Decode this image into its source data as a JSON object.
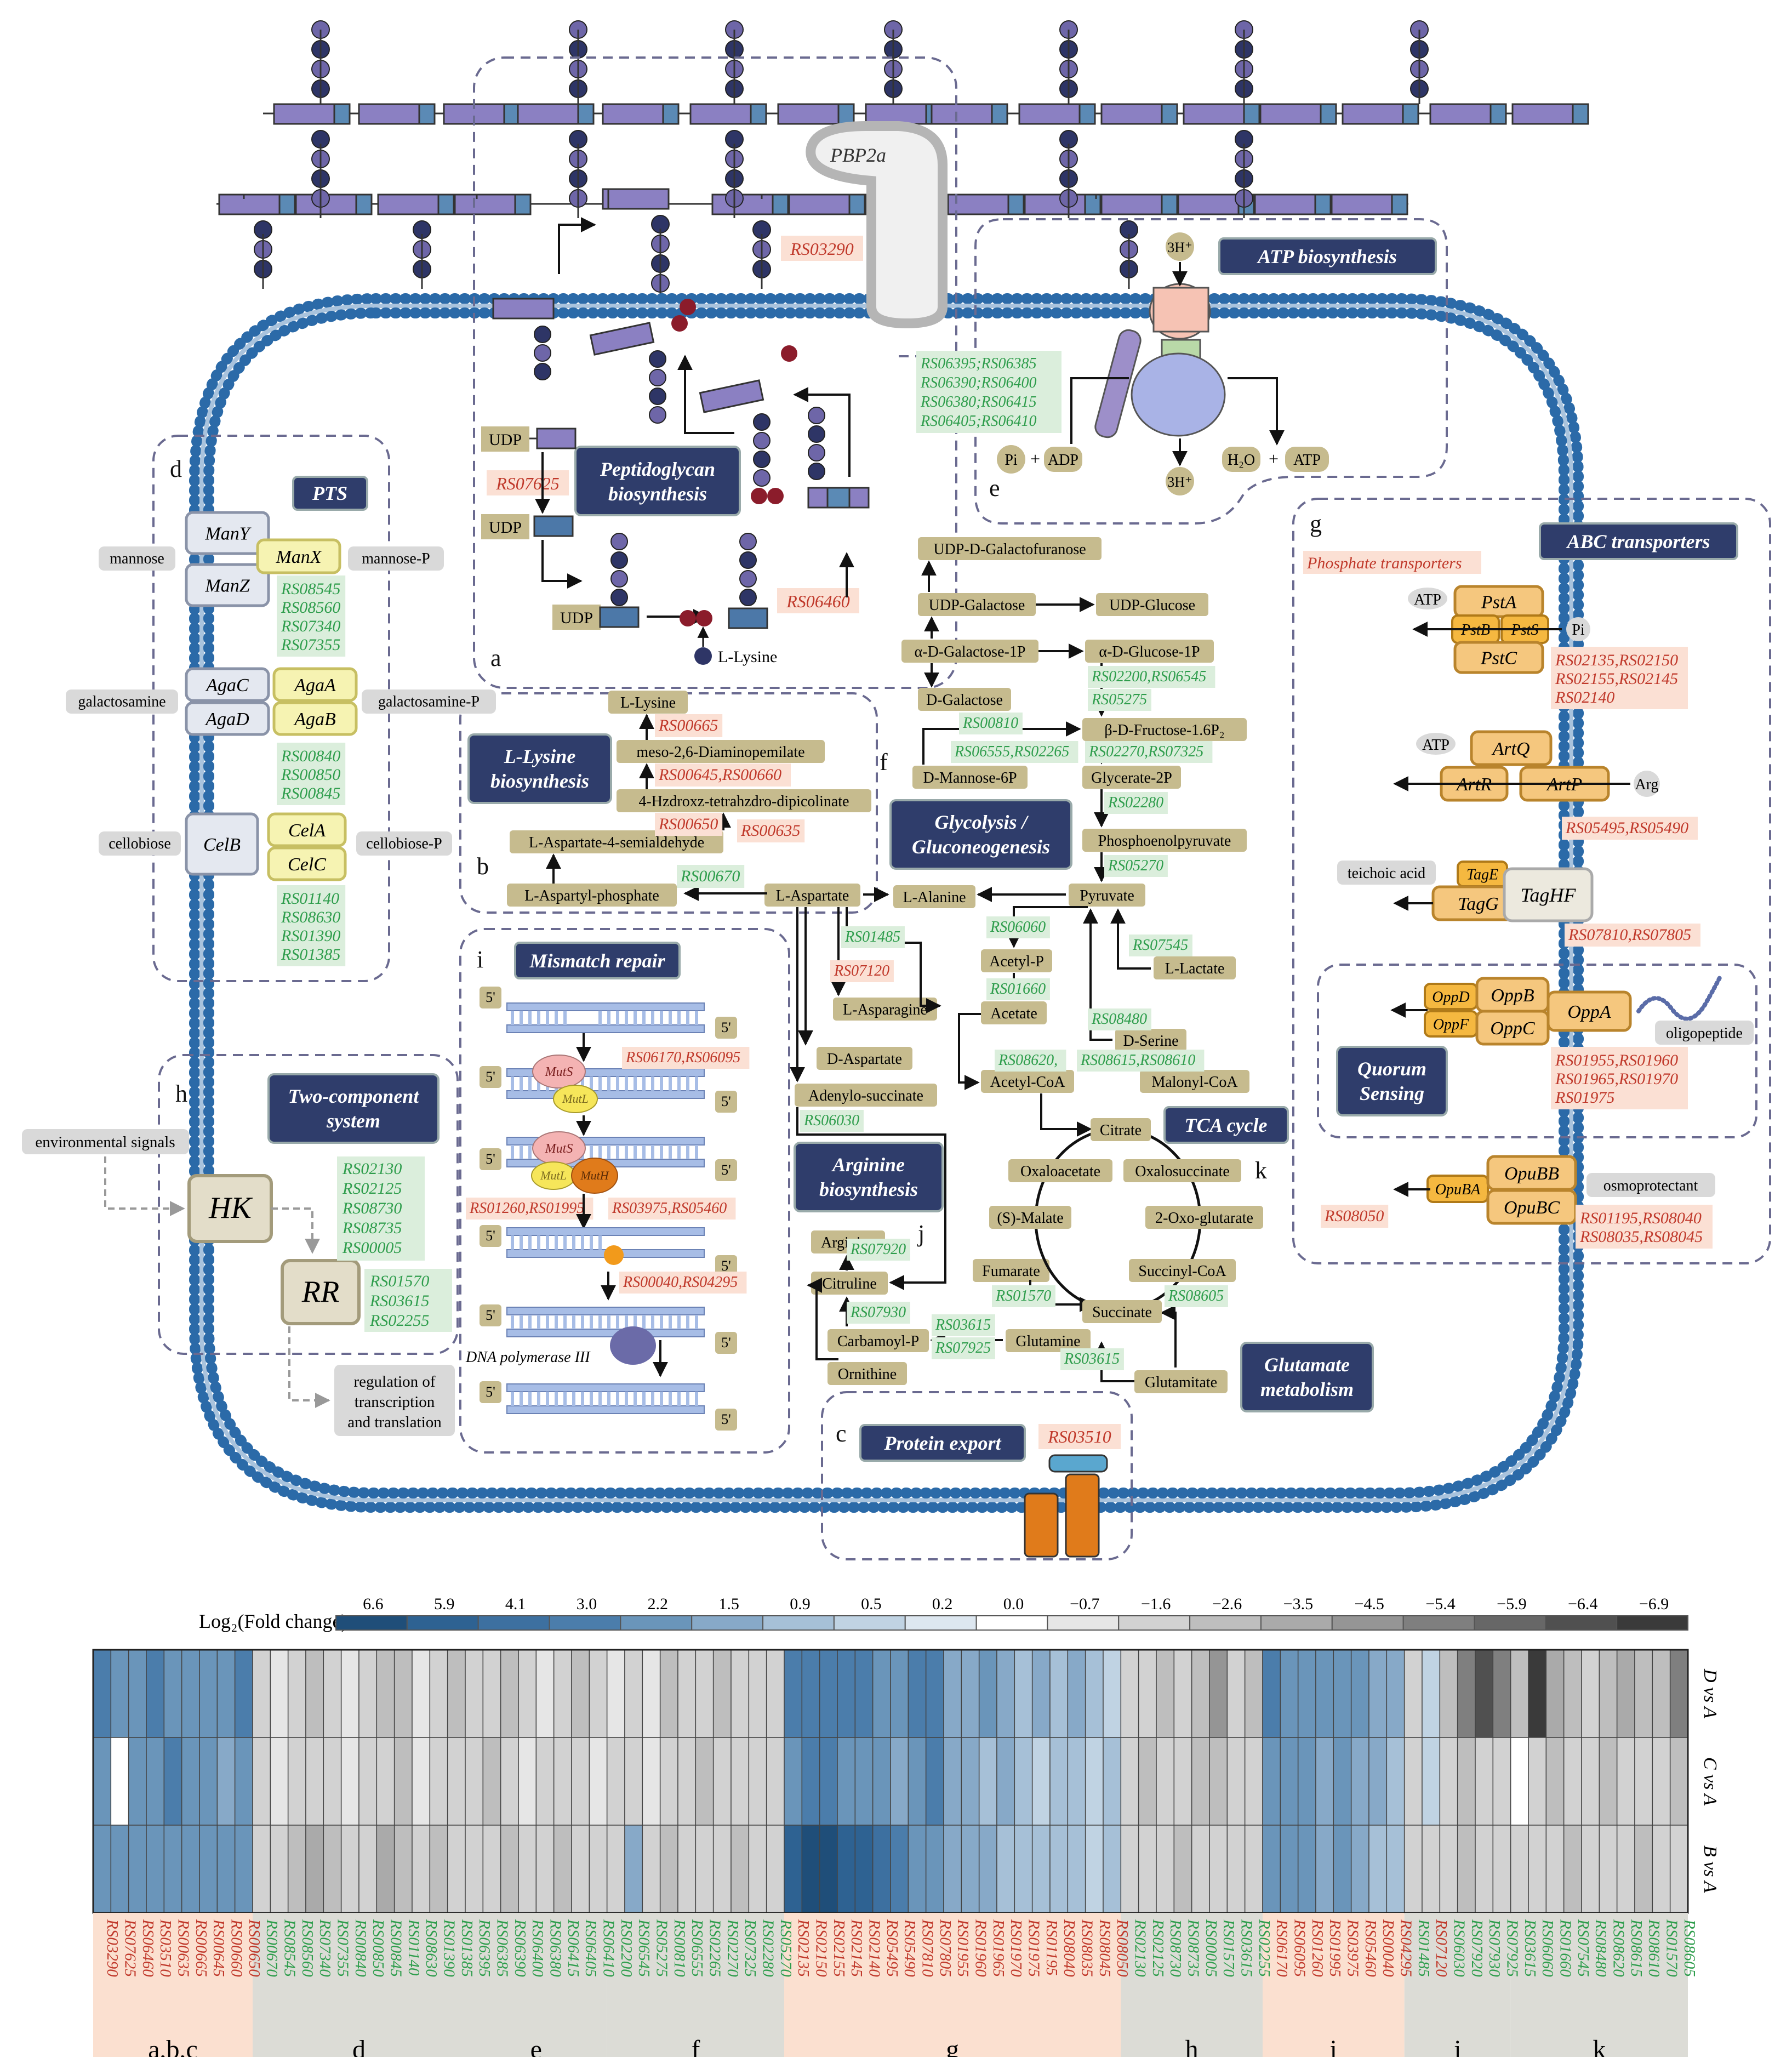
{
  "colors": {
    "membrane": "#2b6aa8",
    "title_box": "#2f3d6b",
    "metabolite_box": "#c6bb8e",
    "gene_up_bg": "#dbeedc",
    "gene_up_text": "#2e9d4c",
    "gene_down_bg": "#fbe0d4",
    "gene_down_text": "#c0392b",
    "protein_orange": "#f5c77e",
    "pts_yellow": "#f6f3b2",
    "dna": "#a7bde6",
    "purple_unit": "#8b80c2",
    "sugar_dot": "#3b4a7a"
  },
  "panels": {
    "a": {
      "letter": "a",
      "title": "Peptidoglycan biosynthesis",
      "pbp": "PBP2a",
      "udp1": "UDP",
      "udp2": "UDP",
      "udp3": "UDP",
      "lysine": "L-Lysine",
      "genes": [
        "RS07625",
        "RS06460",
        "RS03290"
      ]
    },
    "b": {
      "letter": "b",
      "title": "L-Lysine biosynthesis",
      "metabolites": [
        "L-Lysine",
        "meso-2,6-Diaminopemilate",
        "4-Hzdroxz-tetrahzdro-dipicolinate",
        "L-Aspartate-4-semialdehyde",
        "L-Aspartyl-phosphate",
        "L-Aspartate"
      ],
      "genes": {
        "g1": "RS00665",
        "g2": "RS00645,RS00660",
        "g3": "RS00650",
        "g4": "RS00635",
        "g5": "RS00670"
      }
    },
    "c": {
      "letter": "c",
      "title": "Protein export",
      "gene": "RS03510"
    },
    "d": {
      "letter": "d",
      "title": "PTS",
      "labels": [
        "mannose",
        "mannose-P",
        "galactosamine",
        "galactosamine-P",
        "cellobiose",
        "cellobiose-P"
      ],
      "proteins": [
        "ManY",
        "ManZ",
        "ManX",
        "AgaC",
        "AgaD",
        "AgaA",
        "AgaB",
        "CelB",
        "CelA",
        "CelC"
      ],
      "genes1": [
        "RS08545",
        "RS08560",
        "RS07340",
        "RS07355"
      ],
      "genes2": [
        "RS00840",
        "RS00850",
        "RS00845"
      ],
      "genes3": [
        "RS01140",
        "RS08630",
        "RS01390",
        "RS01385"
      ]
    },
    "e": {
      "letter": "e",
      "title": "ATP biosynthesis",
      "h_top": "3H⁺",
      "h_bottom": "3H⁺",
      "pi": "Pi",
      "adp": "ADP",
      "h2o": "H₂O",
      "atp": "ATP",
      "plus": "+",
      "genes": [
        "RS06395;RS06385",
        "RS06390;RS06400",
        "RS06380;RS06415",
        "RS06405;RS06410"
      ]
    },
    "f": {
      "letter": "f",
      "title": "Glycolysis / Gluconeogenesis",
      "metabolites": [
        "UDP-D-Galactofuranose",
        "UDP-Galactose",
        "UDP-Glucose",
        "α-D-Galactose-1P",
        "α-D-Glucose-1P",
        "D-Galactose",
        "β-D-Fructose-1.6P₂",
        "D-Mannose-6P",
        "Glycerate-2P",
        "Phosphoenolpyruvate",
        "Pyruvate",
        "L-Alanine",
        "Acetyl-P",
        "Acetate",
        "Acetyl-CoA",
        "L-Lactate",
        "D-Serine",
        "Malonyl-CoA"
      ],
      "genes": {
        "g1": "RS02200,RS06545",
        "g1b": "RS05275",
        "g2": "RS00810",
        "g3": "RS06555,RS02265",
        "g4": "RS02270,RS07325",
        "g5": "RS02280",
        "g6": "RS05270",
        "g7": "RS06060",
        "g8": "RS01660",
        "g9": "RS07545",
        "g10": "RS08480",
        "g11": "RS08620,",
        "g12": "RS08615,RS08610"
      }
    },
    "g": {
      "letter": "g",
      "title": "ABC transporters",
      "phosphate": "Phosphate transporters",
      "atp1": "ATP",
      "atp2": "ATP",
      "pi": "Pi",
      "arg": "Arg",
      "teichoic": "teichoic acid",
      "proteins": [
        "PstA",
        "PstB",
        "PstS",
        "PstC",
        "ArtQ",
        "ArtR",
        "ArtP",
        "TagE",
        "TagG",
        "TagHF"
      ],
      "genes1": [
        "RS02135,RS02150",
        "RS02155,RS02145",
        "RS02140"
      ],
      "genes2": "RS05495,RS05490",
      "genes3": "RS07810,RS07805"
    },
    "quorum": {
      "title": "Quorum Sensing",
      "proteins": [
        "OppD",
        "OppF",
        "OppB",
        "OppC",
        "OppA"
      ],
      "oligopeptide": "oligopeptide",
      "genes": [
        "RS01955,RS01960",
        "RS01965,RS01970",
        "RS01975"
      ]
    },
    "opu": {
      "proteins": [
        "OpuBA",
        "OpuBB",
        "OpuBC"
      ],
      "osmo": "osmoprotectant",
      "gene_left": "RS08050",
      "genes": [
        "RS01195,RS08040",
        "RS08035,RS08045"
      ]
    },
    "h": {
      "letter": "h",
      "title": "Two-component system",
      "env": "environmental signals",
      "hk": "HK",
      "rr": "RR",
      "reg": "regulation of transcription and translation",
      "genes1": [
        "RS02130",
        "RS02125",
        "RS08730",
        "RS08735",
        "RS00005"
      ],
      "genes2": [
        "RS01570",
        "RS03615",
        "RS02255"
      ]
    },
    "i": {
      "letter": "i",
      "title": "Mismatch repair",
      "five": "5'",
      "muts": "MutS",
      "mutl": "MutL",
      "muth": "MutH",
      "polymerase": "DNA polymerase III",
      "g1": "RS06170,RS06095",
      "g2a": "RS01260,RS01995",
      "g2b": "RS03975,RS05460",
      "g3": "RS00040,RS04295"
    },
    "j": {
      "letter": "j",
      "title": "Arginine biosynthesis",
      "metabolites": [
        "L-Asparagine",
        "D-Aspartate",
        "Adenylo-succinate",
        "Arginine",
        "Citruline",
        "Carbamoyl-P",
        "Ornithine",
        "Glutamine",
        "Fumarate"
      ],
      "genes": {
        "g1": "RS01485",
        "g2": "RS07120",
        "g3": "RS06030",
        "g4": "RS07920",
        "g5": "RS07930",
        "g6a": "RS03615",
        "g6b": "RS07925",
        "g7": "RS03615"
      }
    },
    "k": {
      "letter": "k",
      "title": "TCA cycle",
      "metabolites": [
        "Citrate",
        "Oxaloacetate",
        "Oxalosuccinate",
        "(S)-Malate",
        "2-Oxo-glutarate",
        "Succinyl-CoA",
        "Succinate"
      ],
      "genes": {
        "g1": "RS01570",
        "g2": "RS08605"
      }
    },
    "glutamate": {
      "title": "Glutamate metabolism",
      "glutamitate": "Glutamitate"
    }
  },
  "heatmap": {
    "legend_label": "Log₂(Fold change)",
    "legend_values": [
      "6.6",
      "5.9",
      "4.1",
      "3.0",
      "2.2",
      "1.5",
      "0.9",
      "0.5",
      "0.2",
      "0.0",
      "−0.7",
      "−1.6",
      "−2.6",
      "−3.5",
      "−4.5",
      "−5.4",
      "−5.9",
      "−6.4",
      "−6.9"
    ],
    "legend_colors": [
      "#1f4e79",
      "#2e6292",
      "#3d70a0",
      "#4b7dab",
      "#6a95ba",
      "#87a9c8",
      "#a6c0d7",
      "#c0d3e3",
      "#dde7f0",
      "#ffffff",
      "#e6e6e6",
      "#d2d2d2",
      "#bebebe",
      "#aaaaaa",
      "#959595",
      "#7f7f7f",
      "#676767",
      "#505050",
      "#3a3a3a"
    ],
    "row_labels": [
      "D vs A",
      "C vs A",
      "B vs A"
    ],
    "genes": [
      "RS03290",
      "RS07625",
      "RS06460",
      "RS03510",
      "RS00635",
      "RS00665",
      "RS00645",
      "RS00660",
      "RS00650",
      "RS00670",
      "RS08545",
      "RS08560",
      "RS07340",
      "RS07355",
      "RS00840",
      "RS00850",
      "RS00845",
      "RS01140",
      "RS08630",
      "RS01390",
      "RS01385",
      "RS06395",
      "RS06385",
      "RS06390",
      "RS06400",
      "RS06380",
      "RS06415",
      "RS06405",
      "RS06410",
      "RS02200",
      "RS06545",
      "RS05275",
      "RS00810",
      "RS06555",
      "RS02265",
      "RS02270",
      "RS07325",
      "RS02280",
      "RS05270",
      "RS02135",
      "RS02150",
      "RS02155",
      "RS02145",
      "RS02140",
      "RS05495",
      "RS05490",
      "RS07810",
      "RS07805",
      "RS01955",
      "RS01960",
      "RS01965",
      "RS01970",
      "RS01975",
      "RS01195",
      "RS08040",
      "RS08035",
      "RS08045",
      "RS08050",
      "RS02130",
      "RS02125",
      "RS08730",
      "RS08735",
      "RS00005",
      "RS01570",
      "RS03615",
      "RS02255",
      "RS06170",
      "RS06095",
      "RS01260",
      "RS01995",
      "RS03975",
      "RS05460",
      "RS00040",
      "RS04295",
      "RS01485",
      "RS07120",
      "RS06030",
      "RS07920",
      "RS07930",
      "RS07925",
      "RS03615",
      "RS06060",
      "RS01660",
      "RS07545",
      "RS08480",
      "RS08620",
      "RS08615",
      "RS08610",
      "RS01570",
      "RS08605"
    ],
    "gene_colors": [
      "r",
      "r",
      "r",
      "r",
      "r",
      "r",
      "r",
      "r",
      "r",
      "g",
      "g",
      "g",
      "g",
      "g",
      "g",
      "g",
      "g",
      "g",
      "g",
      "g",
      "g",
      "g",
      "g",
      "g",
      "g",
      "g",
      "g",
      "g",
      "g",
      "g",
      "g",
      "g",
      "g",
      "g",
      "g",
      "g",
      "g",
      "g",
      "g",
      "r",
      "r",
      "r",
      "r",
      "r",
      "r",
      "r",
      "r",
      "r",
      "r",
      "r",
      "r",
      "r",
      "r",
      "r",
      "r",
      "r",
      "r",
      "r",
      "g",
      "g",
      "g",
      "g",
      "g",
      "g",
      "g",
      "g",
      "r",
      "r",
      "r",
      "r",
      "r",
      "r",
      "r",
      "r",
      "g",
      "r",
      "g",
      "g",
      "g",
      "g",
      "g",
      "g",
      "g",
      "g",
      "g",
      "g",
      "g",
      "g",
      "g",
      "g"
    ],
    "groups": [
      {
        "label": "a,b,c",
        "count": 9,
        "bg": "#fbe0d0"
      },
      {
        "label": "d",
        "count": 12,
        "bg": "#dcdcd6"
      },
      {
        "label": "e",
        "count": 8,
        "bg": "#dcdcd6"
      },
      {
        "label": "f",
        "count": 10,
        "bg": "#dcdcd6"
      },
      {
        "label": "g",
        "count": 19,
        "bg": "#fbe0d0"
      },
      {
        "label": "h",
        "count": 8,
        "bg": "#dcdcd6"
      },
      {
        "label": "i",
        "count": 8,
        "bg": "#fbe0d0"
      },
      {
        "label": "j",
        "count": 6,
        "bg": "#dcdcd6"
      },
      {
        "label": "k",
        "count": 10,
        "bg": "#dcdcd6"
      }
    ],
    "rows": [
      [
        3.0,
        2.2,
        2.2,
        3.0,
        2.2,
        2.2,
        2.2,
        2.2,
        3.0,
        -1.6,
        -0.7,
        -1.6,
        -2.6,
        -1.6,
        -0.7,
        -1.6,
        -2.6,
        -2.6,
        -0.7,
        -1.6,
        -2.6,
        -1.6,
        -1.6,
        -2.6,
        -1.6,
        -0.7,
        -1.6,
        -2.6,
        -1.6,
        -0.7,
        -1.6,
        -0.7,
        -2.6,
        -1.6,
        -1.6,
        -2.6,
        -1.6,
        -1.6,
        -1.6,
        3.0,
        3.0,
        3.0,
        3.0,
        3.0,
        2.2,
        2.2,
        3.0,
        3.0,
        1.5,
        1.5,
        2.2,
        1.5,
        0.9,
        1.5,
        0.9,
        1.5,
        0.9,
        0.5,
        -1.6,
        -1.6,
        -2.6,
        -1.6,
        -2.6,
        -4.5,
        -1.6,
        -2.6,
        3.0,
        2.2,
        2.2,
        2.2,
        2.2,
        2.2,
        1.5,
        1.5,
        -1.6,
        0.5,
        -2.6,
        -5.4,
        -6.4,
        -5.4,
        -2.6,
        -6.9,
        -3.5,
        -2.6,
        -1.6,
        -2.6,
        -3.5,
        -2.6,
        -2.6,
        -5.4
      ],
      [
        2.2,
        0.0,
        2.2,
        2.2,
        3.0,
        2.2,
        2.2,
        1.5,
        2.2,
        -1.6,
        -0.7,
        -1.6,
        -1.6,
        -1.6,
        -0.7,
        -1.6,
        -1.6,
        -2.6,
        -0.7,
        -1.6,
        -1.6,
        -1.6,
        -2.6,
        -1.6,
        -0.7,
        -1.6,
        -1.6,
        -1.6,
        -0.7,
        -1.6,
        -1.6,
        -0.7,
        -1.6,
        -1.6,
        -2.6,
        -1.6,
        -1.6,
        -1.6,
        -1.6,
        2.2,
        3.0,
        3.0,
        2.2,
        2.2,
        2.2,
        1.5,
        2.2,
        3.0,
        1.5,
        1.5,
        0.9,
        1.5,
        0.9,
        0.5,
        0.9,
        0.9,
        0.5,
        0.9,
        -1.6,
        -2.6,
        -1.6,
        -1.6,
        -2.6,
        -2.6,
        -1.6,
        -1.6,
        2.2,
        2.2,
        2.2,
        1.5,
        2.2,
        1.5,
        1.5,
        0.9,
        -1.6,
        0.5,
        -1.6,
        -2.6,
        -1.6,
        -1.6,
        0.0,
        -1.6,
        -2.6,
        -1.6,
        -1.6,
        -2.6,
        -1.6,
        -1.6,
        -1.6,
        -2.6
      ],
      [
        2.2,
        2.2,
        2.2,
        2.2,
        2.2,
        2.2,
        2.2,
        2.2,
        2.2,
        -1.6,
        -1.6,
        -2.6,
        -3.5,
        -2.6,
        -1.6,
        -1.6,
        -3.5,
        -2.6,
        -1.6,
        -2.6,
        -1.6,
        -1.6,
        -1.6,
        -2.6,
        -1.6,
        -1.6,
        -2.6,
        -1.6,
        -1.6,
        -1.6,
        1.5,
        -1.6,
        -2.6,
        -1.6,
        -1.6,
        -1.6,
        -2.6,
        -1.6,
        -1.6,
        5.9,
        6.6,
        6.6,
        5.9,
        5.9,
        4.1,
        3.0,
        2.2,
        2.2,
        1.5,
        1.5,
        1.5,
        0.9,
        0.9,
        0.9,
        0.9,
        0.9,
        0.5,
        0.9,
        -1.6,
        -1.6,
        -1.6,
        -2.6,
        -1.6,
        -1.6,
        -1.6,
        -1.6,
        2.2,
        2.2,
        2.2,
        1.5,
        2.2,
        1.5,
        0.9,
        0.9,
        -1.6,
        -1.6,
        -1.6,
        -2.6,
        -1.6,
        -1.6,
        -1.6,
        -1.6,
        -1.6,
        -2.6,
        -1.6,
        -1.6,
        -1.6,
        -2.6,
        -1.6,
        -1.6
      ]
    ]
  }
}
